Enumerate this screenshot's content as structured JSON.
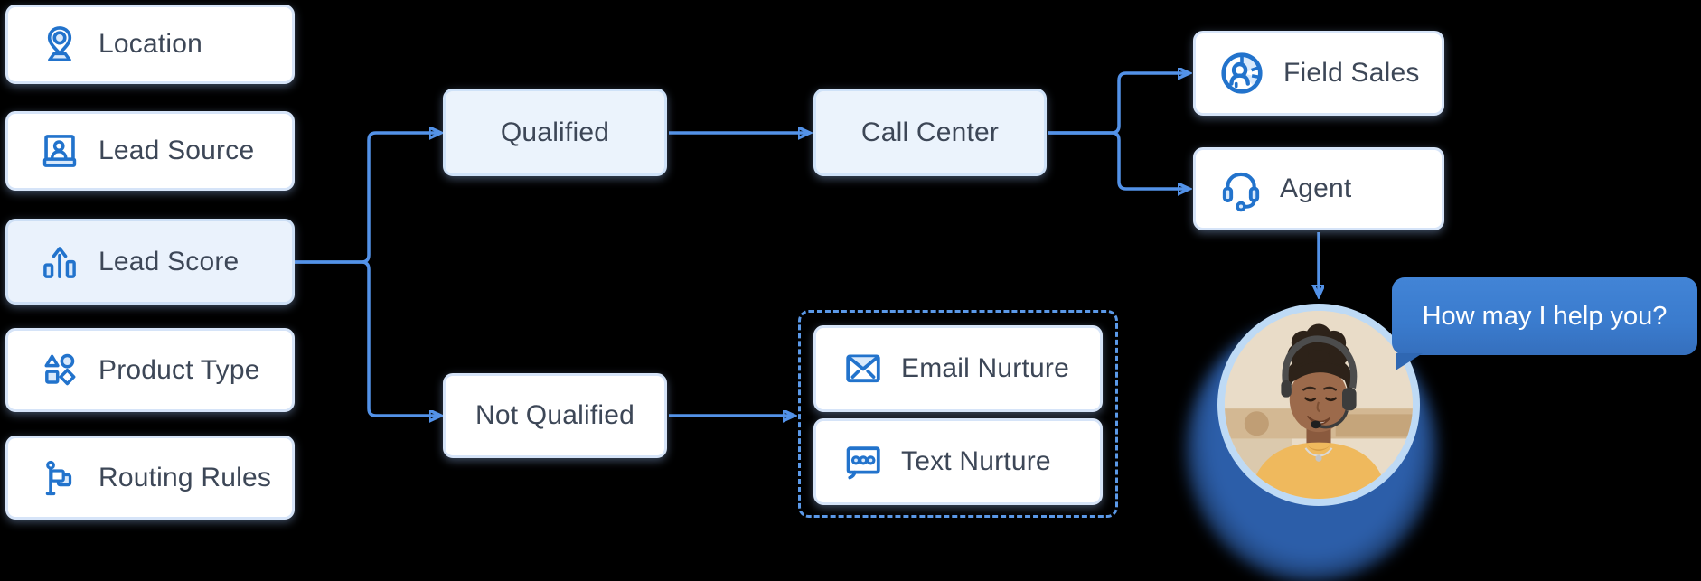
{
  "colors": {
    "background": "#000000",
    "connector_blue": "#5392e8",
    "box_border": "#d6e4f8",
    "box_fill_highlight": "#eaf2fc",
    "label_text": "#3d4757",
    "icon_blue": "#2273cc",
    "icon_light_fill": "#d9e9fb",
    "bubble_fill": "#3a7bcd",
    "bubble_text": "#ffffff"
  },
  "inputs": [
    {
      "label": "Location",
      "icon": "location-pin-icon"
    },
    {
      "label": "Lead Source",
      "icon": "lead-source-icon"
    },
    {
      "label": "Lead Score",
      "icon": "lead-score-icon",
      "highlighted": true
    },
    {
      "label": "Product Type",
      "icon": "product-type-icon"
    },
    {
      "label": "Routing Rules",
      "icon": "routing-rules-icon"
    }
  ],
  "branches": {
    "qualified": {
      "label": "Qualified"
    },
    "not_qualified": {
      "label": "Not Qualified"
    }
  },
  "call_center": {
    "label": "Call Center"
  },
  "outcomes": {
    "field_sales": {
      "label": "Field Sales",
      "icon": "field-sales-icon"
    },
    "agent": {
      "label": "Agent",
      "icon": "agent-headset-icon"
    }
  },
  "nurture": {
    "email": {
      "label": "Email Nurture",
      "icon": "email-icon"
    },
    "text": {
      "label": "Text Nurture",
      "icon": "text-message-icon"
    }
  },
  "agent_chat": {
    "bubble_text": "How may I help you?",
    "avatar_alt": "Smiling call center agent wearing a headset"
  }
}
